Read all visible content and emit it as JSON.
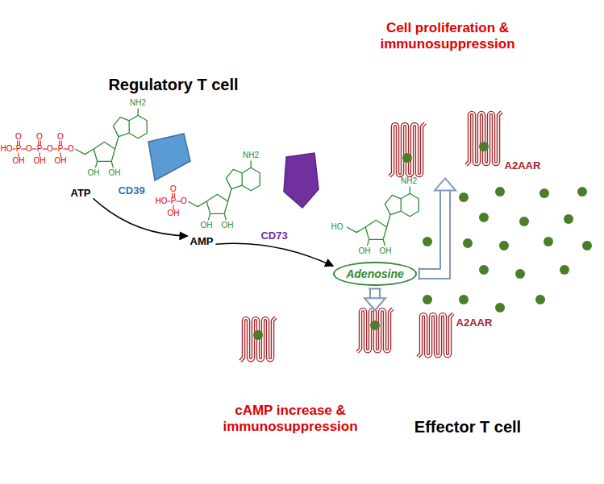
{
  "diagram": {
    "nodes": [
      {
        "text": [
          "Regulatory T cell",
          "Cell proliferation & immunosuppression"
        ]
      },
      {
        "text": [
          "ATP"
        ]
      },
      {
        "text": [
          "AMP"
        ]
      },
      {
        "text": [
          "Adenosine"
        ]
      },
      {
        "text": [
          "cAMP increase & immunosuppression",
          "Effector T cell"
        ]
      }
    ],
    "edges": [
      {
        "from": 1,
        "to": 2,
        "arrow": "to",
        "label": "CD39"
      },
      {
        "from": 2,
        "to": 3,
        "arrow": "to",
        "label": "CD73"
      },
      {
        "from": 3,
        "to": 0,
        "arrow": "to"
      },
      {
        "from": 3,
        "to": 4,
        "arrow": "to"
      }
    ],
    "labels": [
      "A2AAR",
      "A2AAR",
      "HO",
      "P",
      "O",
      "P",
      "O",
      "P",
      "O",
      "O",
      "O",
      "O",
      "OH",
      "OH",
      "OH",
      "NH2",
      "OH",
      "OH",
      "HO",
      "P",
      "O",
      "O",
      "OH",
      "NH2",
      "OH",
      "OH",
      "HO",
      "NH2",
      "OH",
      "OH"
    ]
  }
}
